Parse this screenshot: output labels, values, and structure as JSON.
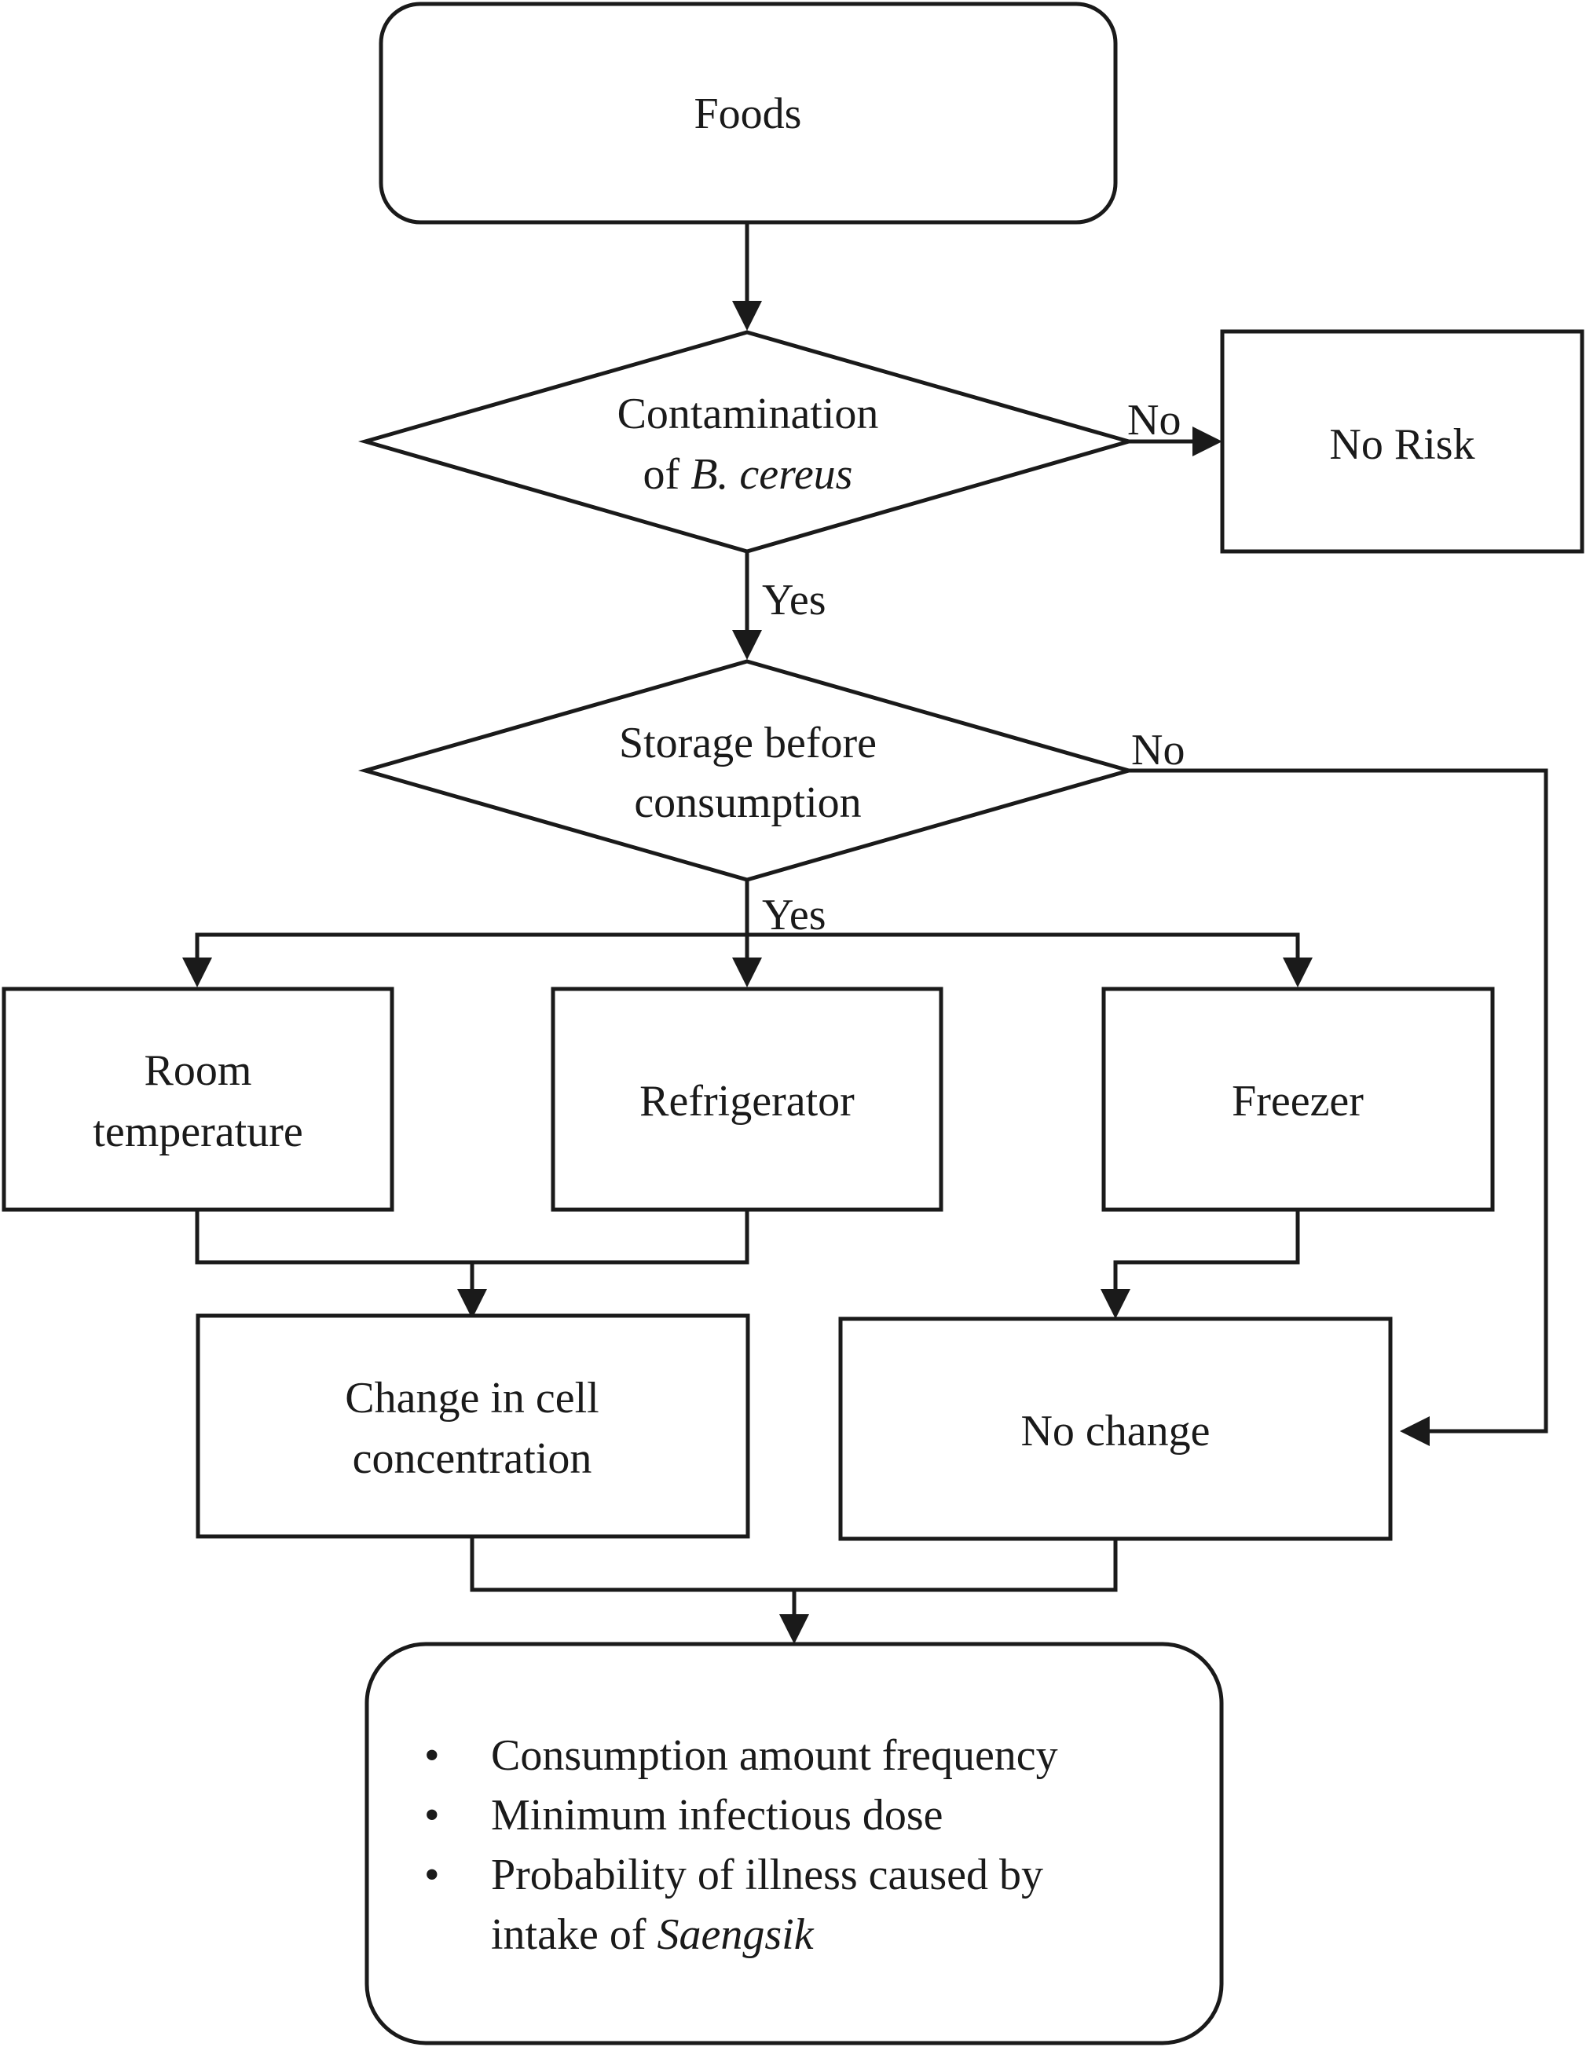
{
  "nodes": {
    "foods": {
      "label": "Foods"
    },
    "contamination": {
      "line1": "Contamination",
      "line2_prefix": "of ",
      "line2_italic": "B. cereus"
    },
    "no_risk": {
      "label": "No Risk"
    },
    "storage": {
      "line1": "Storage before",
      "line2": "consumption"
    },
    "room_temp": {
      "line1": "Room",
      "line2": "temperature"
    },
    "refrigerator": {
      "label": "Refrigerator"
    },
    "freezer": {
      "label": "Freezer"
    },
    "change": {
      "line1": "Change in cell",
      "line2": "concentration"
    },
    "no_change": {
      "label": "No change"
    },
    "outcome": {
      "bullet": "•",
      "item1": "Consumption amount frequency",
      "item2": "Minimum infectious dose",
      "item3_line1": "Probability of illness caused by",
      "item3_line2_prefix": "intake of ",
      "item3_line2_italic": "Saengsik"
    }
  },
  "edges": {
    "contamination_no": "No",
    "contamination_yes": "Yes",
    "storage_no": "No",
    "storage_yes": "Yes"
  }
}
